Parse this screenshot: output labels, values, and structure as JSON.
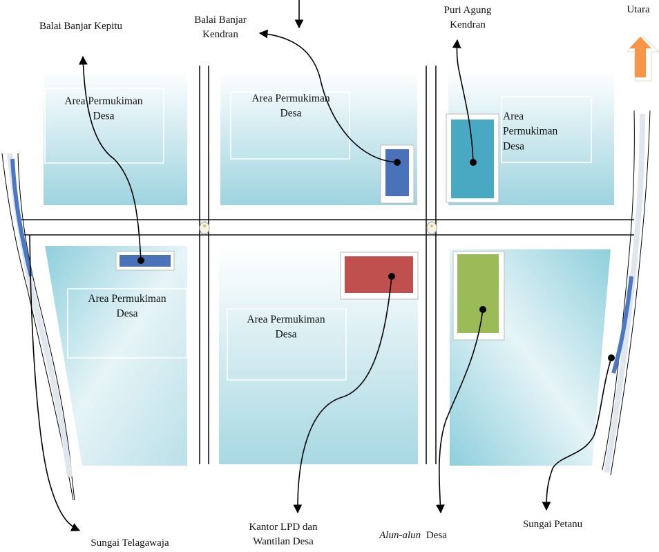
{
  "title": "Denah Desa Kendran",
  "colors": {
    "block_light": "#e9f6f9",
    "block_dark": "#9dd3df",
    "river": "#4a78c2",
    "balai_banjar": "#4a72b8",
    "puri_agung": "#4aa9c2",
    "kantor_lpd": "#c0504d",
    "alun_alun": "#9bbb59",
    "north_arrow": "#f79646"
  },
  "compass": {
    "label": "Utara"
  },
  "areas": {
    "top_left": "Area Permukiman Desa",
    "top_middle": "Area Permukiman Desa",
    "top_right": "Area Permukiman Desa",
    "bottom_left": "Area Permukiman Desa",
    "bottom_middle": "Area Permukiman Desa"
  },
  "labels": {
    "balai_banjar_kepitu": "Balai Banjar Kepitu",
    "balai_banjar_kendran": "Balai Banjar Kendran",
    "puri_agung_kendran": "Puri Agung Kendran",
    "kantor_lpd": "Kantor LPD dan Wantilan Desa",
    "alun_alun_italic": "Alun-alun",
    "alun_alun_rest": "Desa",
    "sungai_telagawaja": "Sungai Telagawaja",
    "sungai_petanu": "Sungai Petanu"
  }
}
